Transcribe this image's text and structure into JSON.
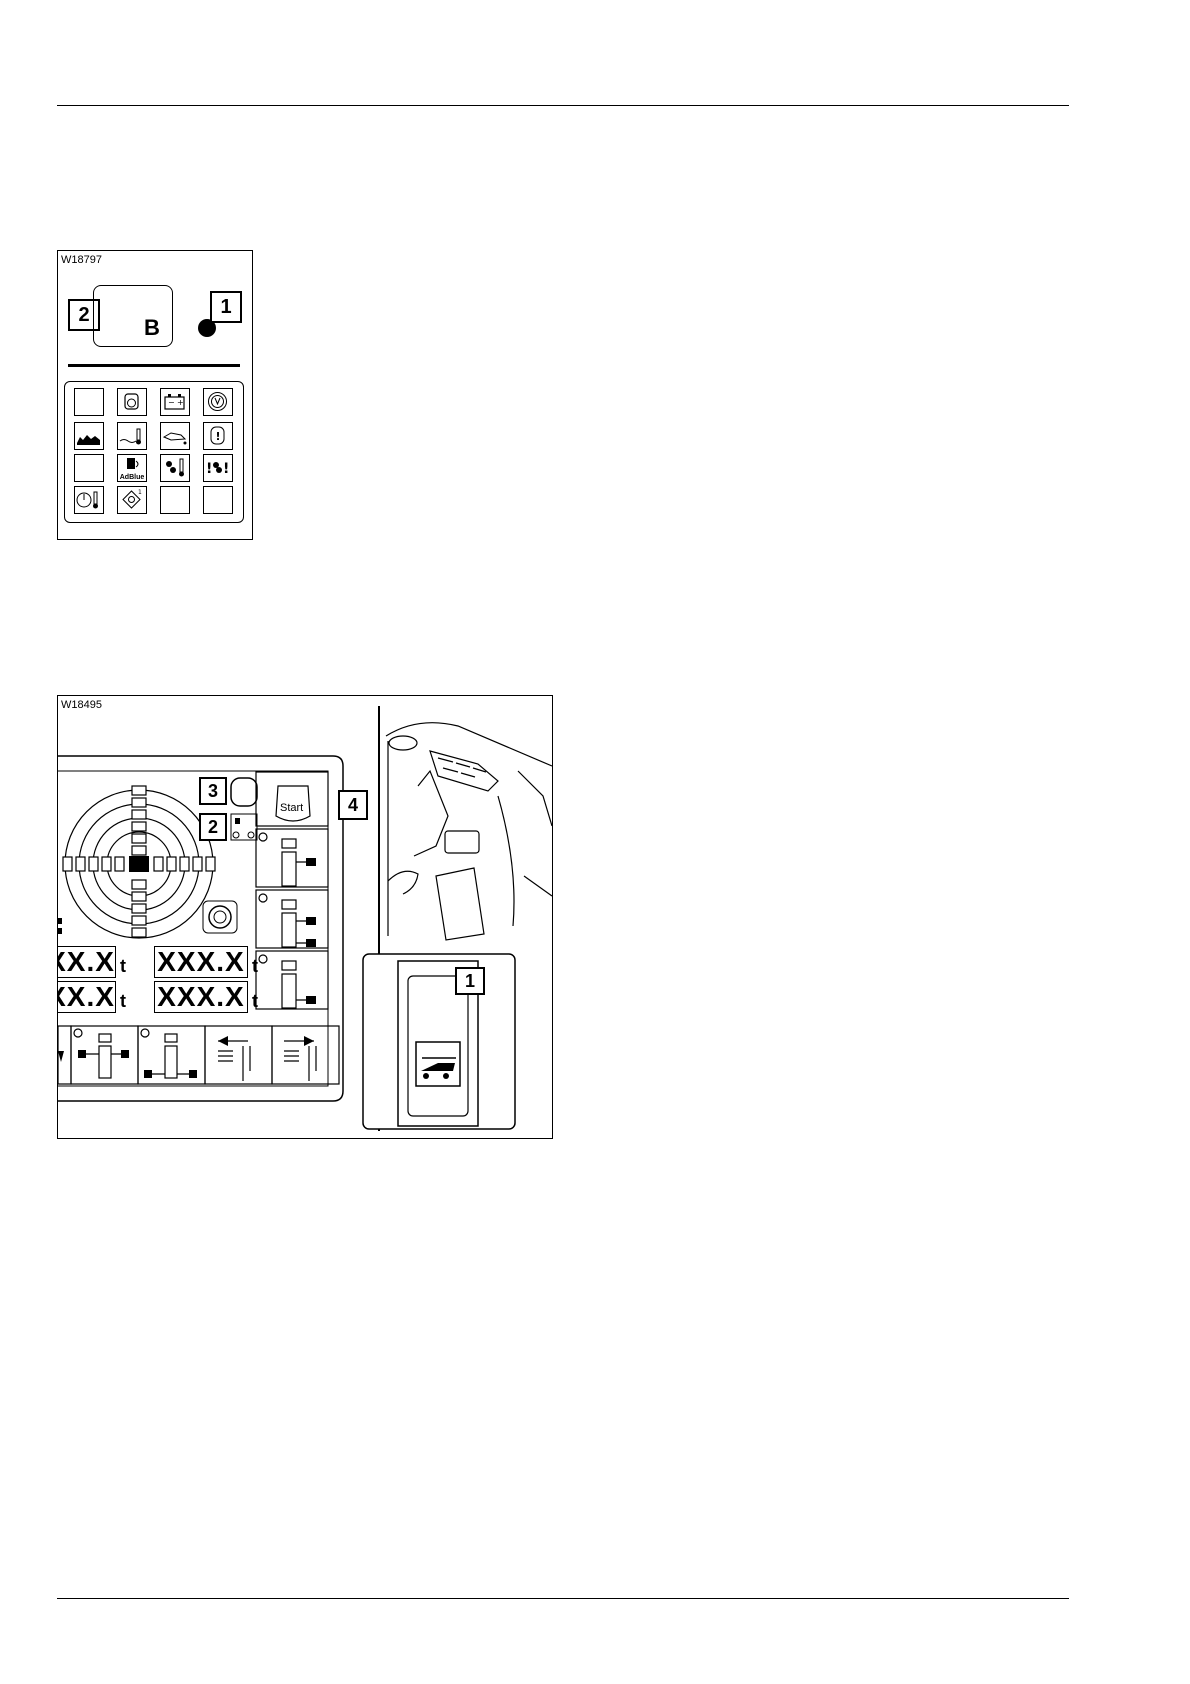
{
  "figure1": {
    "code": "W18797",
    "display_letter": "B",
    "callouts": [
      "1",
      "2"
    ],
    "icons": [
      "blank",
      "engine-icon",
      "battery-icon",
      "brake-icon",
      "coolant-level-icon",
      "coolant-temp-icon",
      "oil-pressure-icon",
      "warning-icon",
      "blank",
      "adblue-icon",
      "transmission-temp-icon",
      "transmission-fault-icon",
      "gauge-temp-icon",
      "diagnostic-icon",
      "blank",
      "blank"
    ],
    "adblue_label": "AdBlue"
  },
  "figure2": {
    "code": "W18495",
    "callouts": [
      "3",
      "2",
      "4",
      "1"
    ],
    "start_label": "Start",
    "readouts": [
      {
        "value": "XX.X",
        "unit": "t"
      },
      {
        "value": "XXX.X",
        "unit": "t"
      },
      {
        "value": "XX.X",
        "unit": "t"
      },
      {
        "value": "XXX.X",
        "unit": "t"
      }
    ]
  }
}
